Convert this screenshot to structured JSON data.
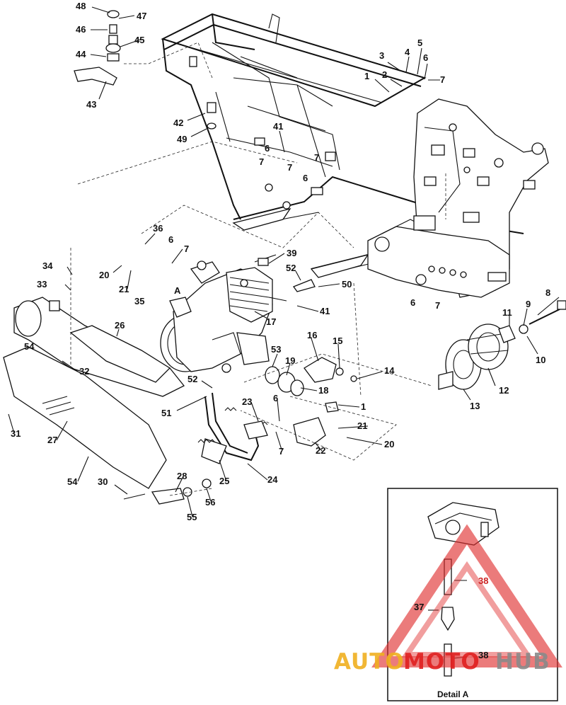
{
  "diagram": {
    "detail_label": "Detail A",
    "engine_detail_marker": "A",
    "watermark": {
      "part1": "AUTO",
      "part2": "MOTO",
      "part3": "HUB"
    },
    "colors": {
      "line": "#111111",
      "watermark_red": "#e02020",
      "watermark_gold": "#f0b020",
      "watermark_gray": "#8a8a8a"
    },
    "callouts": [
      {
        "id": "c48",
        "text": "48"
      },
      {
        "id": "c47",
        "text": "47"
      },
      {
        "id": "c46",
        "text": "46"
      },
      {
        "id": "c45",
        "text": "45"
      },
      {
        "id": "c44",
        "text": "44"
      },
      {
        "id": "c43",
        "text": "43"
      },
      {
        "id": "c42",
        "text": "42"
      },
      {
        "id": "c49",
        "text": "49"
      },
      {
        "id": "c3",
        "text": "3"
      },
      {
        "id": "c4",
        "text": "4"
      },
      {
        "id": "c5",
        "text": "5"
      },
      {
        "id": "c6a",
        "text": "6"
      },
      {
        "id": "c2",
        "text": "2"
      },
      {
        "id": "c1a",
        "text": "1"
      },
      {
        "id": "c7a",
        "text": "7"
      },
      {
        "id": "c41a",
        "text": "41"
      },
      {
        "id": "c6b",
        "text": "6"
      },
      {
        "id": "c7b",
        "text": "7"
      },
      {
        "id": "c7c",
        "text": "7"
      },
      {
        "id": "c7d",
        "text": "7"
      },
      {
        "id": "c6c",
        "text": "6"
      },
      {
        "id": "c36",
        "text": "36"
      },
      {
        "id": "c6d",
        "text": "6"
      },
      {
        "id": "c7e",
        "text": "7"
      },
      {
        "id": "c20a",
        "text": "20"
      },
      {
        "id": "c21a",
        "text": "21"
      },
      {
        "id": "c35",
        "text": "35"
      },
      {
        "id": "c34",
        "text": "34"
      },
      {
        "id": "c33",
        "text": "33"
      },
      {
        "id": "c39",
        "text": "39"
      },
      {
        "id": "c52a",
        "text": "52"
      },
      {
        "id": "c50",
        "text": "50"
      },
      {
        "id": "c41b",
        "text": "41"
      },
      {
        "id": "c17",
        "text": "17"
      },
      {
        "id": "c6e",
        "text": "6"
      },
      {
        "id": "c7f",
        "text": "7"
      },
      {
        "id": "c8",
        "text": "8"
      },
      {
        "id": "c9",
        "text": "9"
      },
      {
        "id": "c11",
        "text": "11"
      },
      {
        "id": "c10",
        "text": "10"
      },
      {
        "id": "c26",
        "text": "26"
      },
      {
        "id": "c54a",
        "text": "54"
      },
      {
        "id": "c32",
        "text": "32"
      },
      {
        "id": "c16",
        "text": "16"
      },
      {
        "id": "c15",
        "text": "15"
      },
      {
        "id": "c14",
        "text": "14"
      },
      {
        "id": "c53",
        "text": "53"
      },
      {
        "id": "c19",
        "text": "19"
      },
      {
        "id": "c18",
        "text": "18"
      },
      {
        "id": "c12",
        "text": "12"
      },
      {
        "id": "c13",
        "text": "13"
      },
      {
        "id": "c52b",
        "text": "52"
      },
      {
        "id": "c51",
        "text": "51"
      },
      {
        "id": "c23",
        "text": "23"
      },
      {
        "id": "c6f",
        "text": "6"
      },
      {
        "id": "c1b",
        "text": "1"
      },
      {
        "id": "c21b",
        "text": "21"
      },
      {
        "id": "c7g",
        "text": "7"
      },
      {
        "id": "c22",
        "text": "22"
      },
      {
        "id": "c20b",
        "text": "20"
      },
      {
        "id": "c31",
        "text": "31"
      },
      {
        "id": "c27",
        "text": "27"
      },
      {
        "id": "c25",
        "text": "25"
      },
      {
        "id": "c24",
        "text": "24"
      },
      {
        "id": "c54b",
        "text": "54"
      },
      {
        "id": "c30",
        "text": "30"
      },
      {
        "id": "c28",
        "text": "28"
      },
      {
        "id": "c56",
        "text": "56"
      },
      {
        "id": "c55",
        "text": "55"
      },
      {
        "id": "c38a",
        "text": "38"
      },
      {
        "id": "c37",
        "text": "37"
      },
      {
        "id": "c38b",
        "text": "38"
      }
    ]
  }
}
